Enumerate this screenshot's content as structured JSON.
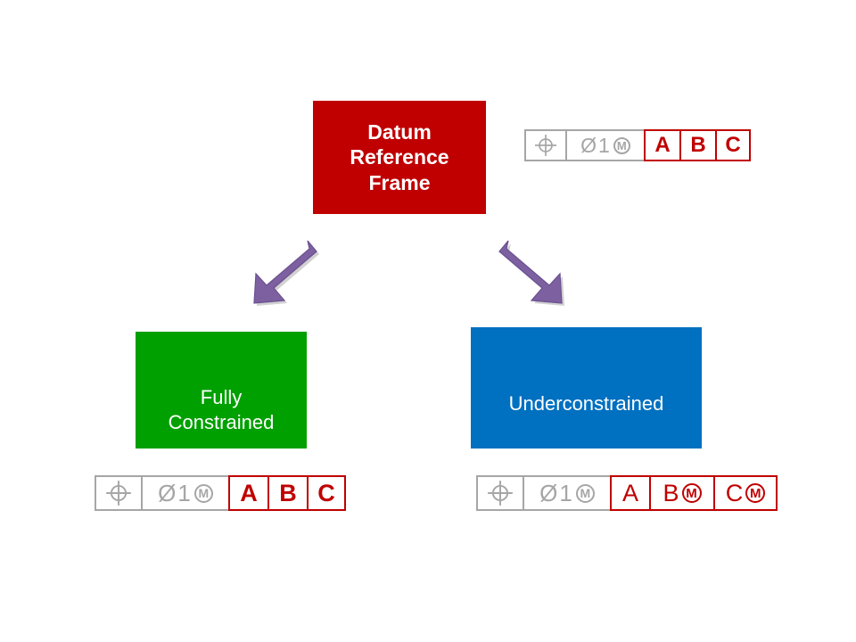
{
  "diagram": {
    "title_concept": "Datum Reference Frame",
    "boxes": {
      "datum": {
        "label": "Datum\nReference\nFrame",
        "color": "#C00000"
      },
      "fully": {
        "label": "Fully\nConstrained",
        "color": "#00A000"
      },
      "under": {
        "label": "Underconstrained",
        "color": "#0070C0"
      }
    },
    "arrows": {
      "left": {
        "name": "arrow-down-left-icon",
        "color": "#7D60A0"
      },
      "right": {
        "name": "arrow-down-right-icon",
        "color": "#7D60A0"
      }
    },
    "colors": {
      "red": "#C00000",
      "green": "#00A000",
      "blue": "#0070C0",
      "purple": "#7D60A0",
      "grey": "#A6A6A6",
      "white": "#FFFFFF"
    },
    "feature_control_frames": [
      {
        "id": "top",
        "position_symbol": "position-symbol",
        "tolerance": {
          "diameter": "Ø",
          "value": "1",
          "modifier": "M"
        },
        "datums": [
          {
            "letter": "A",
            "modifier": null
          },
          {
            "letter": "B",
            "modifier": null
          },
          {
            "letter": "C",
            "modifier": null
          }
        ]
      },
      {
        "id": "left",
        "position_symbol": "position-symbol",
        "tolerance": {
          "diameter": "Ø",
          "value": "1",
          "modifier": "M"
        },
        "datums": [
          {
            "letter": "A",
            "modifier": null
          },
          {
            "letter": "B",
            "modifier": null
          },
          {
            "letter": "C",
            "modifier": null
          }
        ]
      },
      {
        "id": "right",
        "position_symbol": "position-symbol",
        "tolerance": {
          "diameter": "Ø",
          "value": "1",
          "modifier": "M"
        },
        "datums": [
          {
            "letter": "A",
            "modifier": null
          },
          {
            "letter": "B",
            "modifier": "M"
          },
          {
            "letter": "C",
            "modifier": "M"
          }
        ]
      }
    ]
  }
}
